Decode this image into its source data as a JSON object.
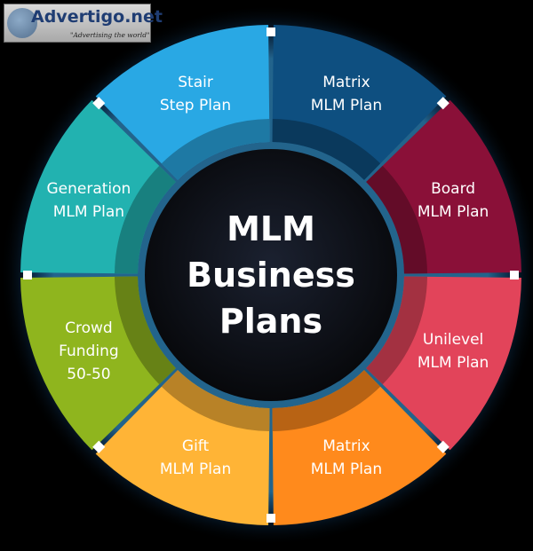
{
  "watermark": {
    "brand": "Advertigo.net",
    "tagline": "\"Advertising the world\""
  },
  "center": {
    "lines": [
      "MLM",
      "Business",
      "Plans"
    ]
  },
  "segments": [
    {
      "lines": [
        "Matrix",
        "MLM Plan"
      ],
      "color": "#0e4f80"
    },
    {
      "lines": [
        "Board",
        "MLM Plan"
      ],
      "color": "#8a1038"
    },
    {
      "lines": [
        "Unilevel",
        "MLM Plan"
      ],
      "color": "#e2445a"
    },
    {
      "lines": [
        "Matrix",
        "MLM Plan"
      ],
      "color": "#ff8a1c"
    },
    {
      "lines": [
        "Gift",
        "MLM Plan"
      ],
      "color": "#ffb436"
    },
    {
      "lines": [
        "Crowd",
        "Funding",
        "50-50"
      ],
      "color": "#8fb51e"
    },
    {
      "lines": [
        "Generation",
        "MLM Plan"
      ],
      "color": "#22b2b0"
    },
    {
      "lines": [
        "Stair",
        "Step Plan"
      ],
      "color": "#29a8e4"
    }
  ],
  "colors": {
    "background": "#000000",
    "glow": "#3fb6ff",
    "center_fill": "#0b0d12"
  }
}
